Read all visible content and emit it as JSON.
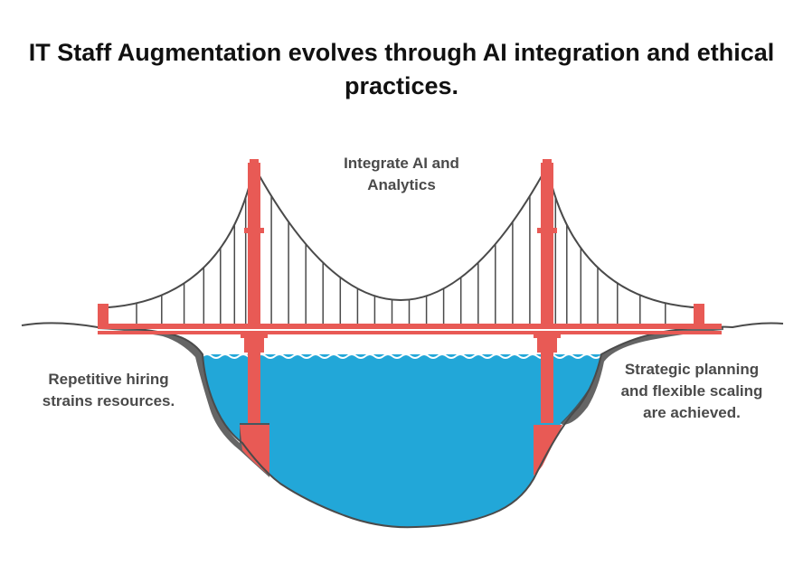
{
  "title": "IT Staff Augmentation evolves through AI integration and ethical practices.",
  "labels": {
    "top": [
      "Integrate AI and",
      "Analytics"
    ],
    "left": [
      "Repetitive hiring",
      "strains resources."
    ],
    "right": [
      "Strategic planning",
      "and flexible scaling",
      "are achieved."
    ]
  },
  "colors": {
    "tower": "#e85a55",
    "water": "#22a7d8",
    "cable": "#4a4a4a",
    "ground": "#e85a55",
    "text": "#4a4a4a"
  }
}
